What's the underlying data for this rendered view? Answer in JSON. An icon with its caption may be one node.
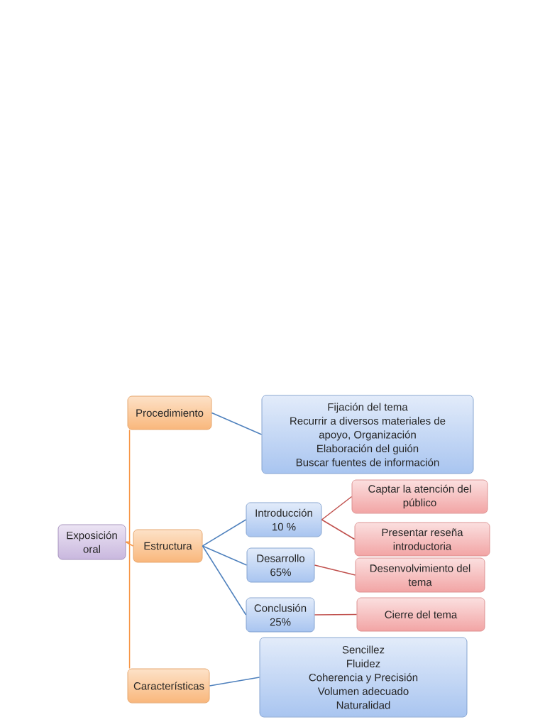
{
  "diagram": {
    "nodes": [
      {
        "text": [
          "Exposición oral"
        ]
      },
      {
        "text": [
          "Procedimiento"
        ]
      },
      {
        "text": [
          "Fijación del tema",
          "Recurrir a diversos materiales de apoyo, Organización",
          "Elaboración del guión",
          "Buscar fuentes de información"
        ]
      },
      {
        "text": [
          "Estructura"
        ]
      },
      {
        "text": [
          "Introducción 10 %"
        ]
      },
      {
        "text": [
          "Captar la atención del público"
        ]
      },
      {
        "text": [
          "Presentar reseña introductoria"
        ]
      },
      {
        "text": [
          "Desarrollo 65%"
        ]
      },
      {
        "text": [
          "Desenvolvimiento del tema"
        ]
      },
      {
        "text": [
          "Conclusión 25%"
        ]
      },
      {
        "text": [
          "Cierre del tema"
        ]
      },
      {
        "text": [
          "Características"
        ]
      },
      {
        "text": [
          "Sencillez",
          "Fluidez",
          "Coherencia y Precisión",
          "Volumen adecuado",
          "Naturalidad"
        ]
      }
    ],
    "edges": [
      {
        "from": 0,
        "to": 1,
        "arrow": "none",
        "color": "#f79646"
      },
      {
        "from": 0,
        "to": 3,
        "arrow": "none",
        "color": "#f79646"
      },
      {
        "from": 0,
        "to": 11,
        "arrow": "none",
        "color": "#f79646"
      },
      {
        "from": 1,
        "to": 2,
        "arrow": "none"
      },
      {
        "from": 3,
        "to": 4,
        "arrow": "none"
      },
      {
        "from": 3,
        "to": 7,
        "arrow": "none"
      },
      {
        "from": 3,
        "to": 9,
        "arrow": "none"
      },
      {
        "from": 4,
        "to": 5,
        "arrow": "none",
        "color": "#c0504d"
      },
      {
        "from": 4,
        "to": 6,
        "arrow": "none",
        "color": "#c0504d"
      },
      {
        "from": 7,
        "to": 8,
        "arrow": "none",
        "color": "#c0504d"
      },
      {
        "from": 9,
        "to": 10,
        "arrow": "none",
        "color": "#c0504d"
      },
      {
        "from": 11,
        "to": 12,
        "arrow": "none"
      }
    ]
  }
}
